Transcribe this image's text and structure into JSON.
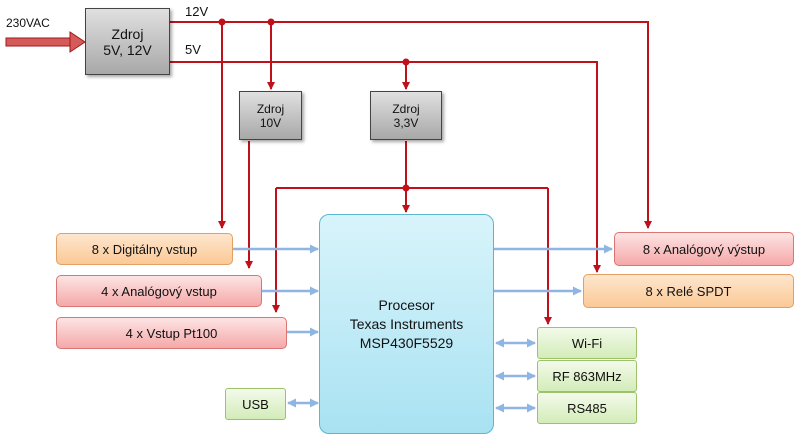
{
  "power": {
    "input": "230VAC",
    "main_supply": {
      "line1": "Zdroj",
      "line2": "5V, 12V"
    },
    "rail_12v": "12V",
    "rail_5v": "5V",
    "supply_10v": {
      "line1": "Zdroj",
      "line2": "10V"
    },
    "supply_3v3": {
      "line1": "Zdroj",
      "line2": "3,3V"
    }
  },
  "processor": {
    "line1": "Procesor",
    "line2": "Texas Instruments",
    "line3": "MSP430F5529"
  },
  "inputs": {
    "digital": "8 x Digitálny vstup",
    "analog": "4 x Analógový vstup",
    "pt100": "4 x Vstup Pt100"
  },
  "outputs": {
    "analog": "8 x Analógový výstup",
    "relay": "8 x Relé SPDT"
  },
  "comms": {
    "wifi": "Wi-Fi",
    "rf": "RF 863MHz",
    "rs485": "RS485"
  },
  "usb": "USB",
  "colors": {
    "power_line": "#c0111b",
    "signal_line": "#8fb6e3"
  }
}
